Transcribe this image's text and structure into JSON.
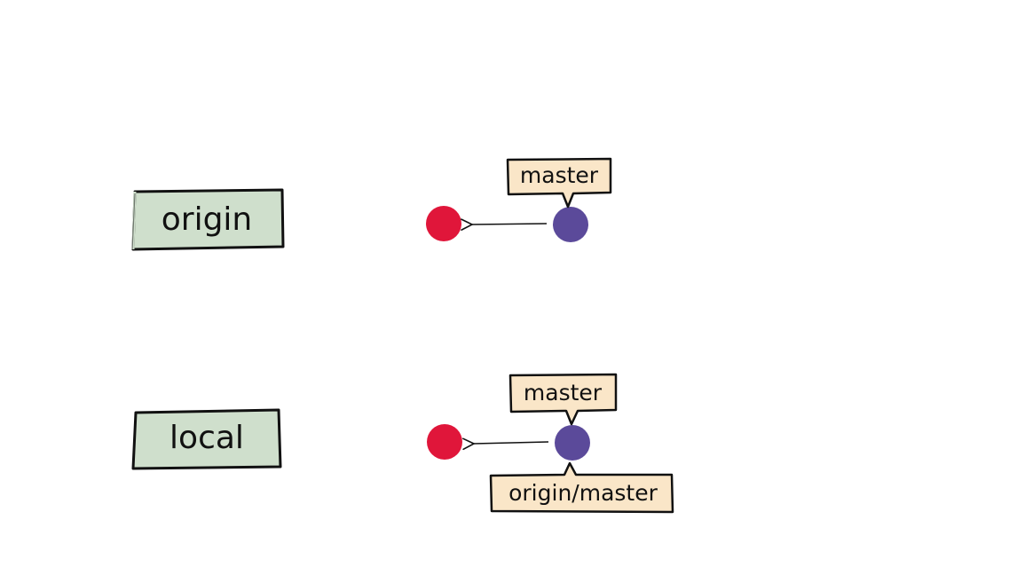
{
  "repos": {
    "origin": {
      "label": "origin",
      "branch_tag": "master"
    },
    "local": {
      "label": "local",
      "branch_tag": "master",
      "remote_tag": "origin/master"
    }
  },
  "colors": {
    "repo_box_fill": "#cfdfcc",
    "tag_fill": "#fae6c8",
    "older_commit": "#e0163a",
    "newer_commit": "#5b4a9a",
    "outline": "#111111"
  },
  "icons": {
    "older_commit": "red-circle",
    "newer_commit": "purple-circle",
    "parent_link": "left-arrow"
  }
}
